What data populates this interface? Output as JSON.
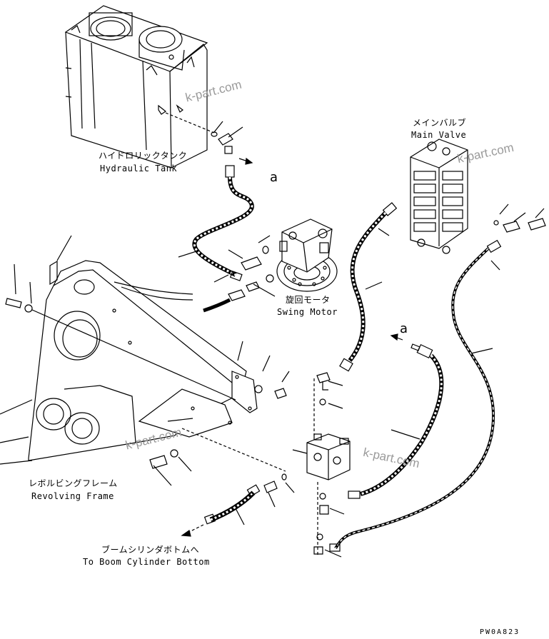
{
  "labels": {
    "hydraulic_tank_jp": "ハイドロリックタンク",
    "hydraulic_tank_en": "Hydraulic Tank",
    "main_valve_jp": "メインバルブ",
    "main_valve_en": "Main Valve",
    "swing_motor_jp": "旋回モータ",
    "swing_motor_en": "Swing Motor",
    "revolving_frame_jp": "レボルビングフレーム",
    "revolving_frame_en": "Revolving Frame",
    "boom_cylinder_jp": "ブームシリンダボトムへ",
    "boom_cylinder_en": "To Boom Cylinder Bottom"
  },
  "callouts": {
    "a_top": "a",
    "a_mid": "a"
  },
  "watermark": "k-part.com",
  "drawing_code": "PW0A823"
}
